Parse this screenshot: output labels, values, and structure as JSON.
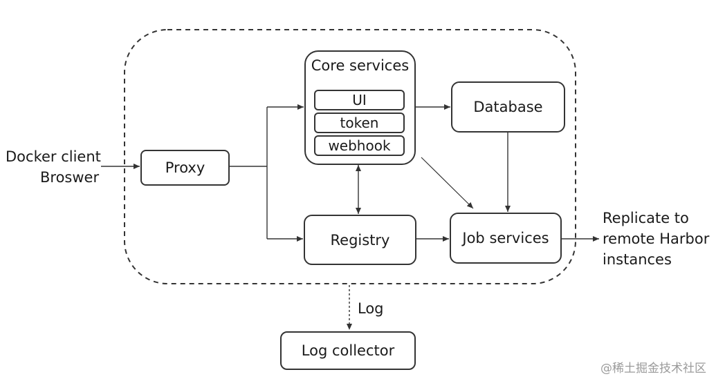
{
  "diagram": {
    "client_label_line1": "Docker client",
    "client_label_line2": "Broswer",
    "proxy": "Proxy",
    "core_services": {
      "title": "Core services",
      "items": [
        "UI",
        "token",
        "webhook"
      ]
    },
    "database": "Database",
    "registry": "Registry",
    "job_services": "Job services",
    "replicate_line1": "Replicate to",
    "replicate_line2": "remote Harbor",
    "replicate_line3": "instances",
    "log_label": "Log",
    "log_collector": "Log collector"
  },
  "watermark": "@稀土掘金技术社区"
}
